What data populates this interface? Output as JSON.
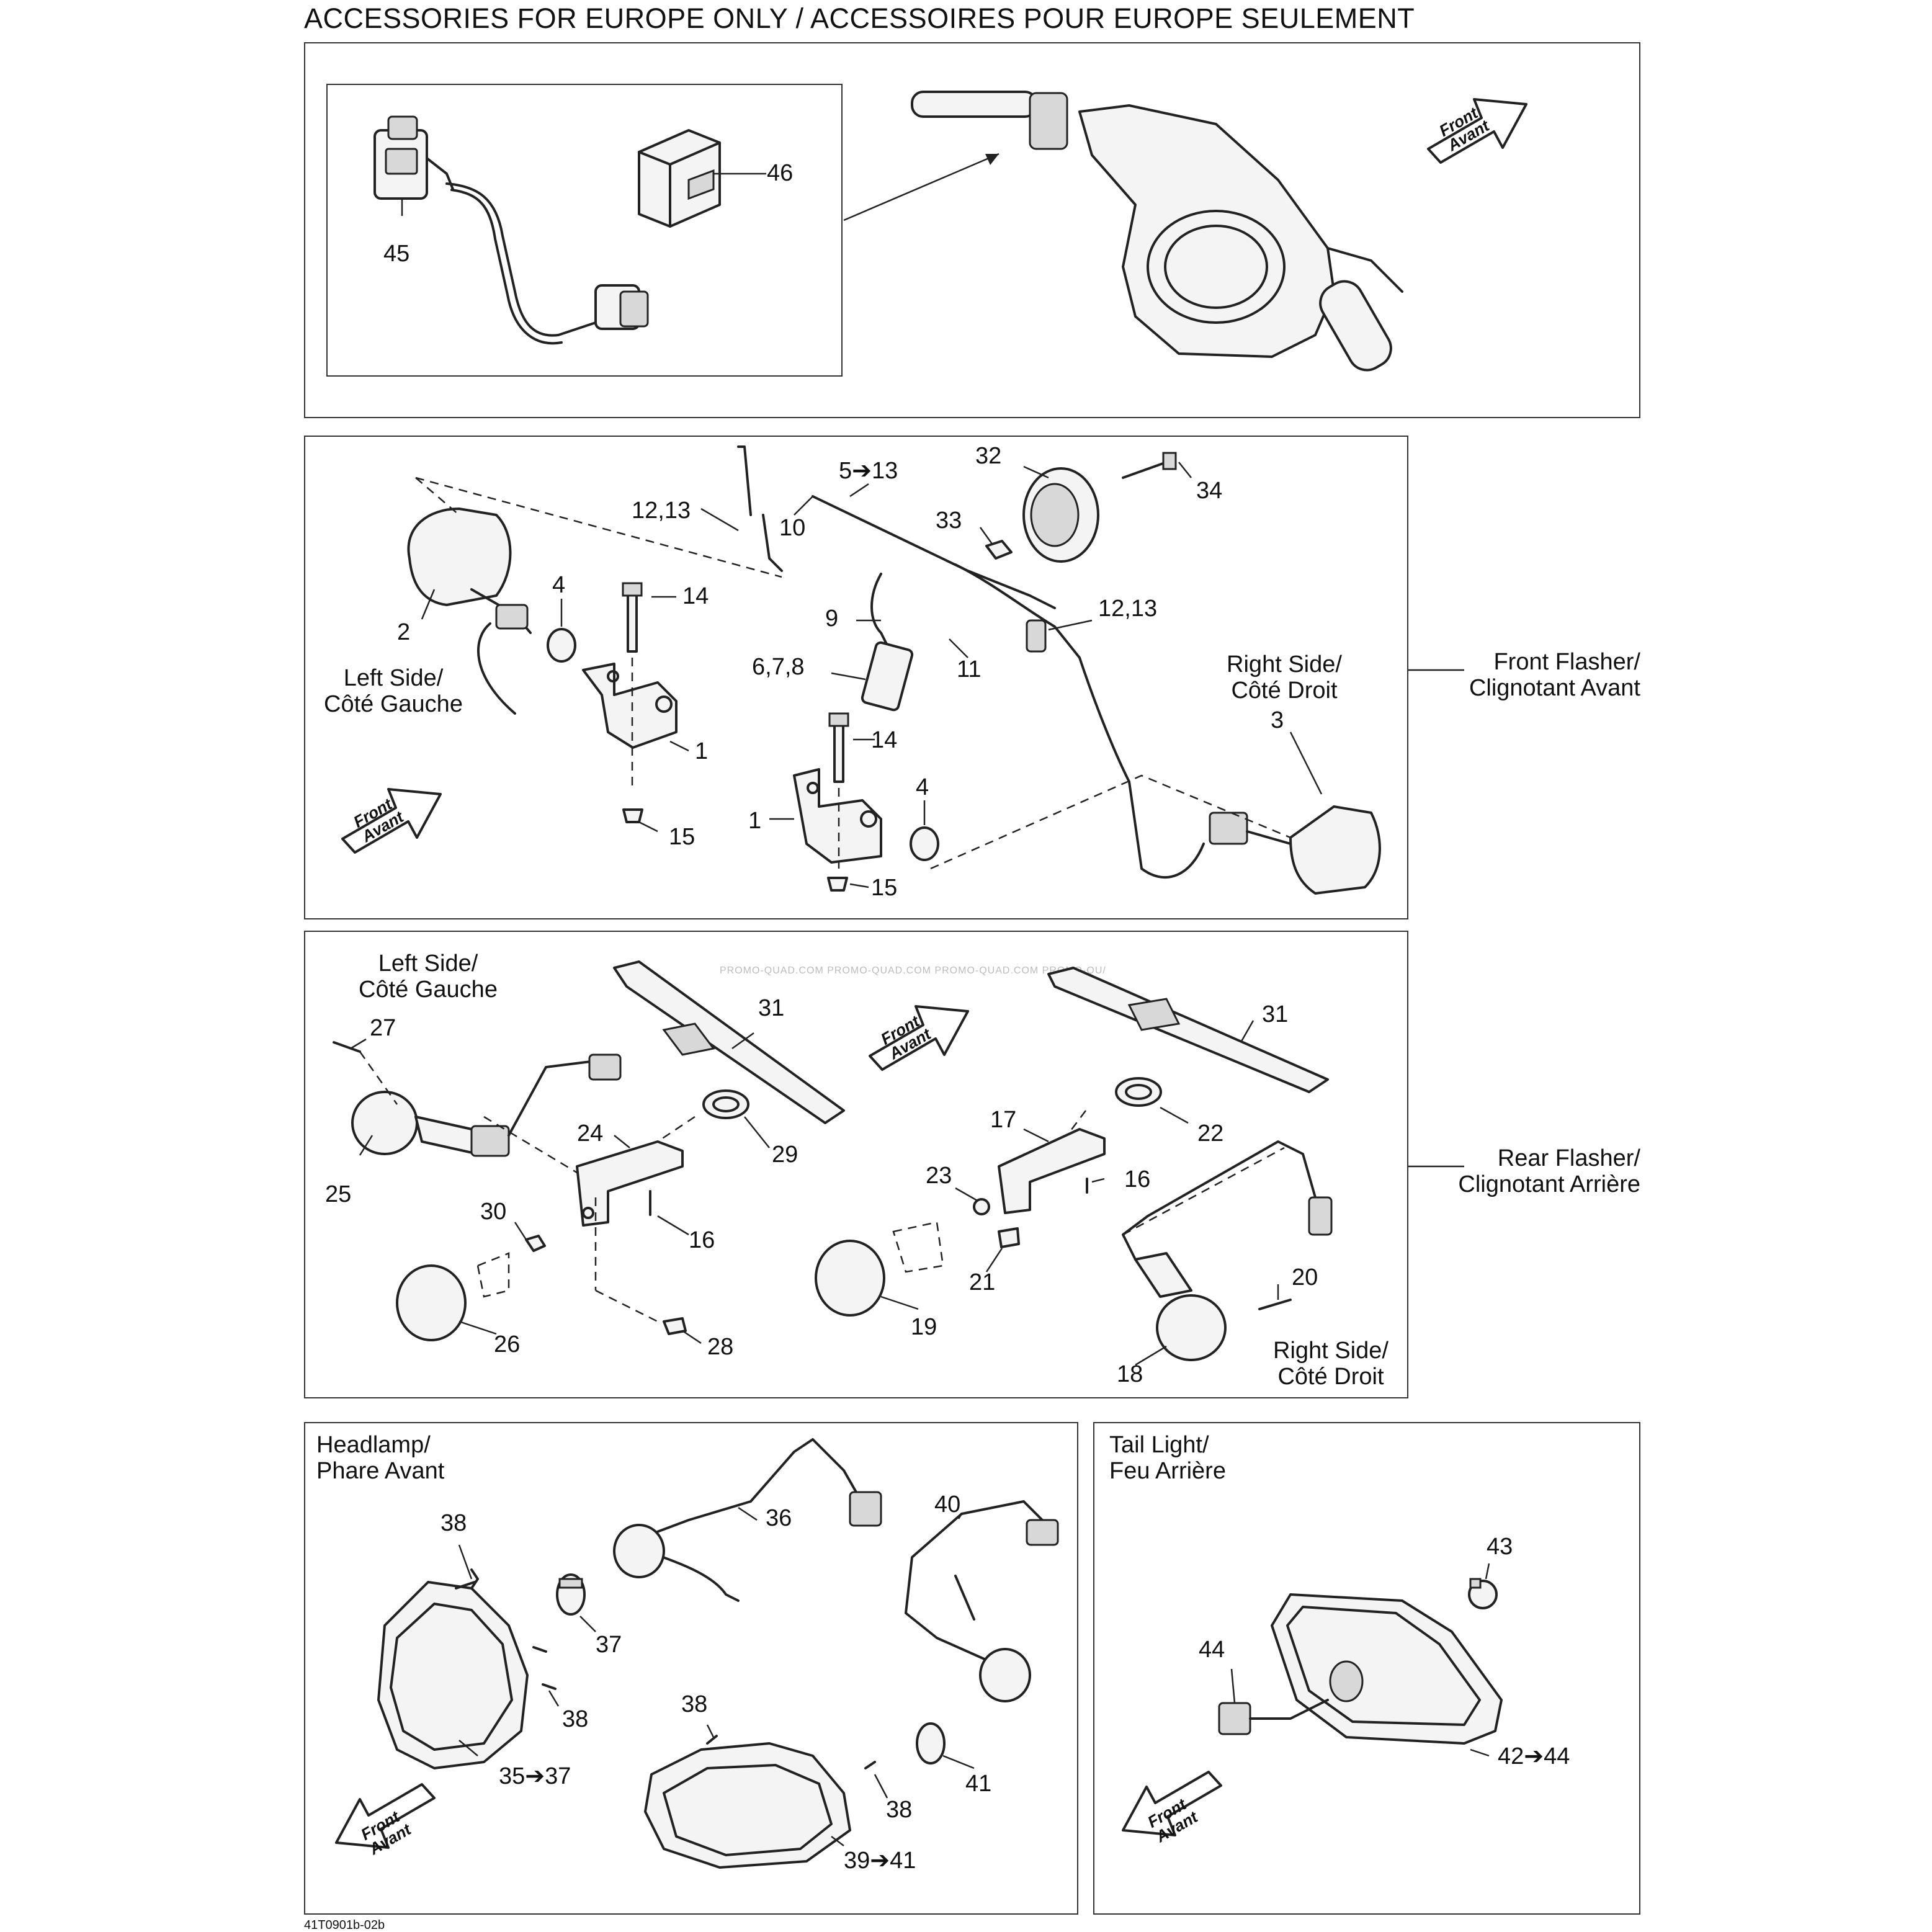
{
  "title": "ACCESSORIES FOR EUROPE ONLY / ACCESSOIRES POUR EUROPE SEULEMENT",
  "doc_code": "41T0901b-02b",
  "watermark": "PROMO-QUAD.COM   PROMO-QUAD.COM   PROMO-QUAD.COM   PROMO-QU/",
  "front_avant": {
    "line1": "Front",
    "line2": "Avant"
  },
  "group_labels": {
    "front_flasher": {
      "line1": "Front Flasher/",
      "line2": "Clignotant Avant"
    },
    "rear_flasher": {
      "line1": "Rear Flasher/",
      "line2": "Clignotant Arrière"
    }
  },
  "panel_b": {
    "left_side": {
      "line1": "Left Side/",
      "line2": "Côté Gauche"
    },
    "right_side": {
      "line1": "Right Side/",
      "line2": "Côté Droit"
    },
    "callouts": {
      "c1a": "1",
      "c1b": "1",
      "c2": "2",
      "c3": "3",
      "c4a": "4",
      "c4b": "4",
      "c5to13": "5➔13",
      "c678": "6,7,8",
      "c9": "9",
      "c10": "10",
      "c11": "11",
      "c1213a": "12,13",
      "c1213b": "12,13",
      "c14a": "14",
      "c14b": "14",
      "c15a": "15",
      "c15b": "15",
      "c32": "32",
      "c33": "33",
      "c34": "34"
    }
  },
  "panel_c": {
    "left_side": {
      "line1": "Left Side/",
      "line2": "Côté Gauche"
    },
    "right_side": {
      "line1": "Right Side/",
      "line2": "Côté Droit"
    },
    "callouts": {
      "c16a": "16",
      "c16b": "16",
      "c17": "17",
      "c18": "18",
      "c19": "19",
      "c20": "20",
      "c21": "21",
      "c22": "22",
      "c23": "23",
      "c24": "24",
      "c25": "25",
      "c26": "26",
      "c27": "27",
      "c28": "28",
      "c29": "29",
      "c30": "30",
      "c31a": "31",
      "c31b": "31"
    }
  },
  "panel_a": {
    "callouts": {
      "c45": "45",
      "c46": "46"
    }
  },
  "panel_d": {
    "title": {
      "line1": "Headlamp/",
      "line2": "Phare Avant"
    },
    "callouts": {
      "c36": "36",
      "c37": "37",
      "c38a": "38",
      "c38b": "38",
      "c38c": "38",
      "c38d": "38",
      "c35to37": "35➔37",
      "c39to41": "39➔41",
      "c40": "40",
      "c41": "41"
    }
  },
  "panel_e": {
    "title": {
      "line1": "Tail Light/",
      "line2": "Feu Arrière"
    },
    "callouts": {
      "c43": "43",
      "c44": "44",
      "c42to44": "42➔44"
    }
  }
}
